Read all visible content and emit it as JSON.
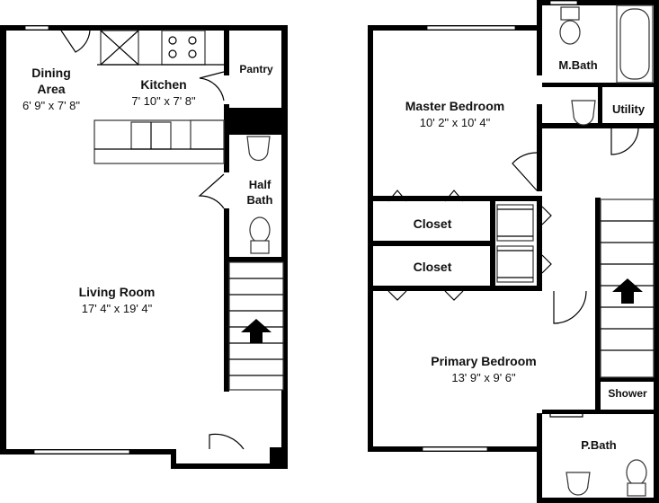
{
  "rooms": {
    "dining": {
      "name_line1": "Dining",
      "name_line2": "Area",
      "dims": "6' 9\" x 7' 8\""
    },
    "kitchen": {
      "name": "Kitchen",
      "dims": "7' 10\" x 7' 8\""
    },
    "pantry": {
      "name": "Pantry"
    },
    "half_bath": {
      "name_line1": "Half",
      "name_line2": "Bath"
    },
    "living": {
      "name": "Living Room",
      "dims": "17' 4\" x 19' 4\""
    },
    "master_bedroom": {
      "name": "Master Bedroom",
      "dims": "10' 2\" x 10' 4\""
    },
    "master_bath": {
      "name": "M.Bath"
    },
    "utility": {
      "name": "Utility"
    },
    "closet_upper": {
      "name": "Closet"
    },
    "closet_lower": {
      "name": "Closet"
    },
    "primary_bedroom": {
      "name": "Primary Bedroom",
      "dims": "13' 9\" x 9' 6\""
    },
    "shower": {
      "name": "Shower"
    },
    "primary_bath": {
      "name": "P.Bath"
    }
  },
  "colors": {
    "wall": "#000000",
    "background": "#ffffff"
  }
}
